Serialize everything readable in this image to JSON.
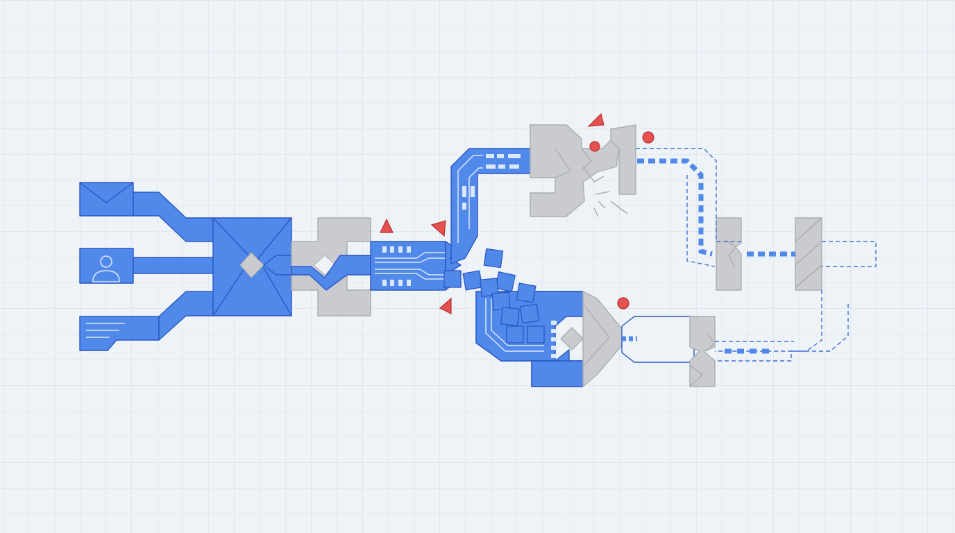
{
  "canvas": {
    "background": "#eef3f8",
    "grid_color": "#d3dce6"
  },
  "colors": {
    "blue_fill": "#5189ea",
    "blue_stroke": "#2a56c2",
    "blue_light": "#dbe7fb",
    "gray_fill": "#c9cbcf",
    "gray_stroke": "#a9acb2",
    "alert_red": "#e55050",
    "alert_red_stroke": "#b93232",
    "dash_blue": "#3f6fd1"
  },
  "diagram": {
    "inputs": [
      {
        "name": "email-source",
        "icon": "envelope-icon"
      },
      {
        "name": "user-source",
        "icon": "user-profile-icon"
      },
      {
        "name": "document-source",
        "icon": "text-document-icon"
      }
    ],
    "merge_node": {
      "icon": "merge-cross-icon"
    },
    "converter_node": {
      "icon": "gray-diamond-coupler-icon"
    },
    "branches": [
      {
        "name": "upper-branch",
        "state": "broken",
        "icon": "cracked-gray-gate-icon"
      },
      {
        "name": "lower-branch",
        "state": "scattered",
        "icon": "scattered-block-packets-icon"
      }
    ],
    "warnings": [
      {
        "shape": "triangle",
        "icon": "warning-triangle-icon"
      },
      {
        "shape": "circle",
        "icon": "error-dot-icon"
      }
    ],
    "outputs": [
      {
        "name": "upper-output",
        "style": "dashed",
        "icon": "dashed-output-line-icon"
      },
      {
        "name": "lower-output",
        "style": "dashed",
        "icon": "dashed-output-line-icon"
      }
    ]
  }
}
